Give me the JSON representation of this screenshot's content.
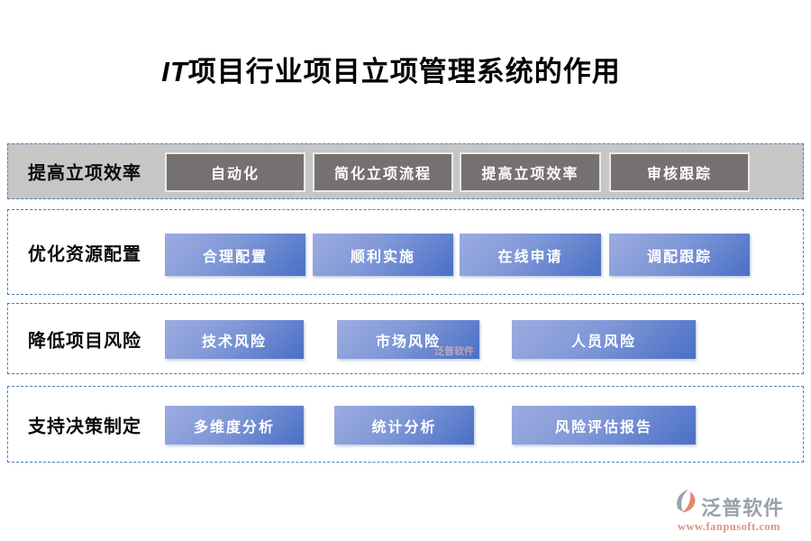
{
  "title": {
    "prefix": "IT",
    "rest": "项目行业项目立项管理系统的作用"
  },
  "rows": [
    {
      "label": "提高立项效率",
      "style": "gray",
      "buttons": [
        "自动化",
        "简化立项流程",
        "提高立项效率",
        "审核跟踪"
      ]
    },
    {
      "label": "优化资源配置",
      "style": "blue",
      "buttons": [
        "合理配置",
        "顺利实施",
        "在线申请",
        "调配跟踪"
      ]
    },
    {
      "label": "降低项目风险",
      "style": "blue",
      "buttons": [
        "技术风险",
        "市场风险",
        "人员风险"
      ]
    },
    {
      "label": "支持决策制定",
      "style": "blue",
      "buttons": [
        "多维度分析",
        "统计分析",
        "风险评估报告"
      ]
    }
  ],
  "watermark": {
    "text": "泛普软件"
  },
  "footer": {
    "brand": "泛普软件",
    "website": "www.fanpusoft.com"
  },
  "colors": {
    "dashed_border": "#4a7ebb",
    "band1_background": "#c6c6c6",
    "gray_chip": "#767171",
    "gray_chip_border": "#eaeaea",
    "blue_chip_light": "#9dace0",
    "blue_chip_dark": "#4a6fc6",
    "brand_gray": "#9aa0ab",
    "brand_orange": "#e0937f",
    "logo_orange": "#df8a6f",
    "logo_gray": "#99a1ad"
  }
}
